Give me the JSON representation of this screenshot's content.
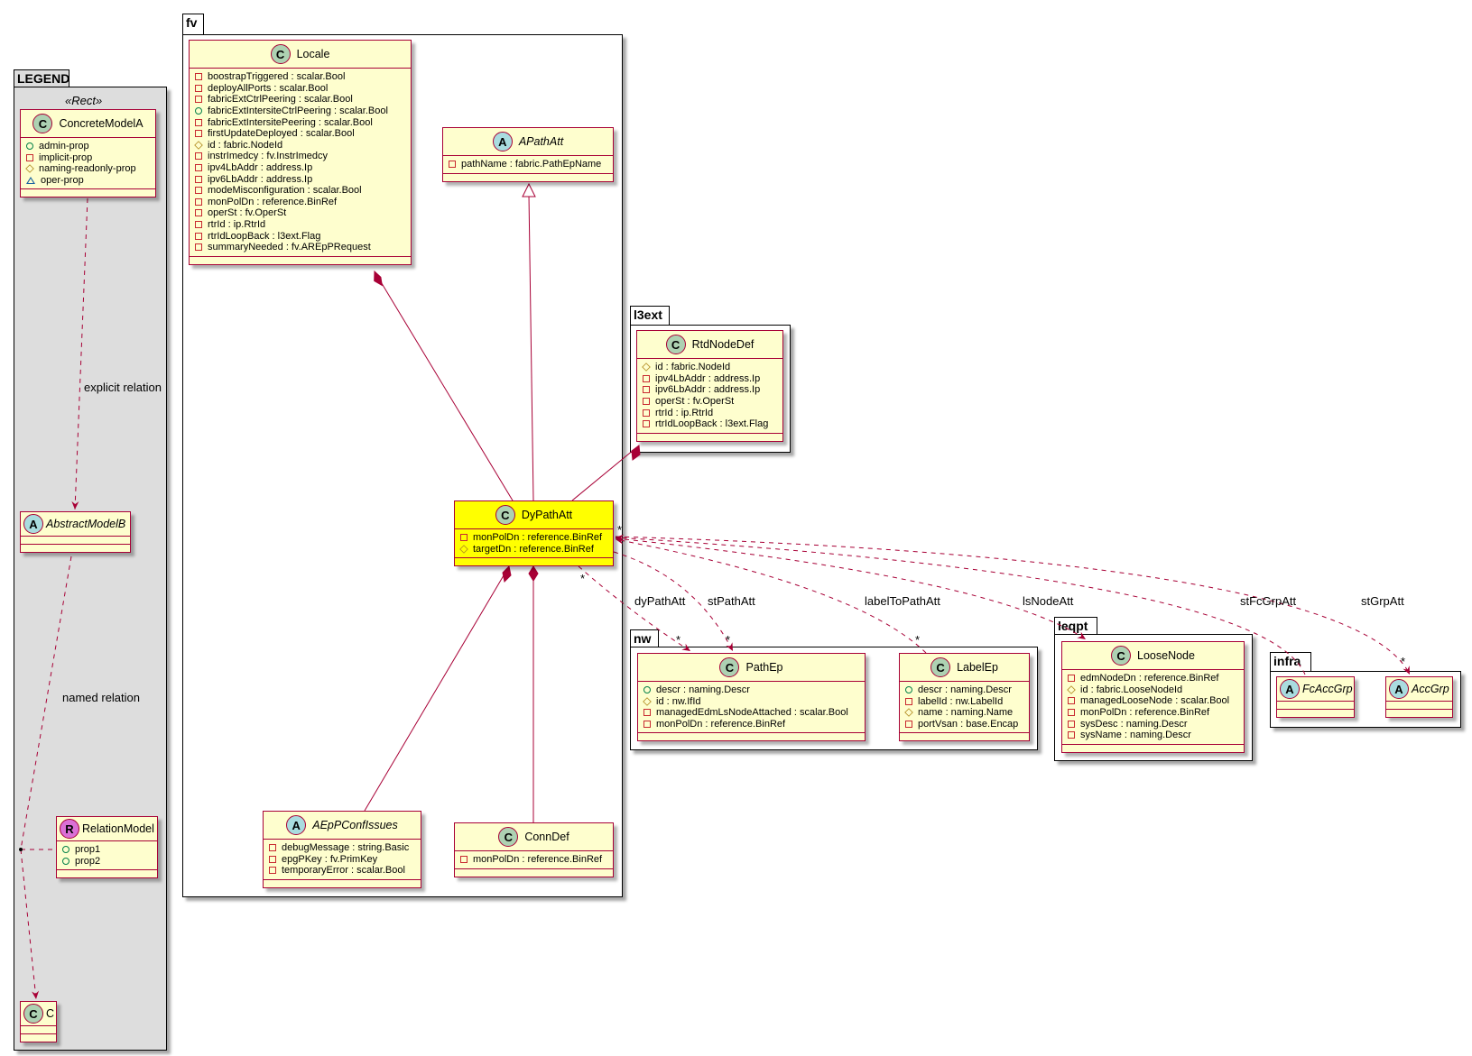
{
  "packages": {
    "legend": "LEGEND",
    "fv": "fv",
    "l3ext": "l3ext",
    "nw": "nw",
    "leqpt": "leqpt",
    "infra": "infra"
  },
  "legend_stereotype": "«Rect»",
  "classes": {
    "ConcreteModelA": {
      "kind": "C",
      "name": "ConcreteModelA",
      "attrs": [
        {
          "v": "+",
          "t": "admin-prop"
        },
        {
          "v": "-",
          "t": "implicit-prop"
        },
        {
          "v": "#",
          "t": "naming-readonly-prop"
        },
        {
          "v": "~",
          "t": "oper-prop"
        }
      ]
    },
    "AbstractModelB": {
      "kind": "A",
      "name": "AbstractModelB",
      "attrs": []
    },
    "RelationModel": {
      "kind": "R",
      "name": "RelationModel",
      "attrs": [
        {
          "v": "+",
          "t": "prop1"
        },
        {
          "v": "+",
          "t": "prop2"
        }
      ]
    },
    "C": {
      "kind": "C",
      "name": "C",
      "attrs": []
    },
    "Locale": {
      "kind": "C",
      "name": "Locale",
      "attrs": [
        {
          "v": "-",
          "t": "boostrapTriggered : scalar.Bool"
        },
        {
          "v": "-",
          "t": "deployAllPorts : scalar.Bool"
        },
        {
          "v": "-",
          "t": "fabricExtCtrlPeering : scalar.Bool"
        },
        {
          "v": "+",
          "t": "fabricExtIntersiteCtrlPeering : scalar.Bool"
        },
        {
          "v": "-",
          "t": "fabricExtIntersitePeering : scalar.Bool"
        },
        {
          "v": "-",
          "t": "firstUpdateDeployed : scalar.Bool"
        },
        {
          "v": "#",
          "t": "id : fabric.NodeId"
        },
        {
          "v": "-",
          "t": "instrImedcy : fv.InstrImedcy"
        },
        {
          "v": "-",
          "t": "ipv4LbAddr : address.Ip"
        },
        {
          "v": "-",
          "t": "ipv6LbAddr : address.Ip"
        },
        {
          "v": "-",
          "t": "modeMisconfiguration : scalar.Bool"
        },
        {
          "v": "-",
          "t": "monPolDn : reference.BinRef"
        },
        {
          "v": "-",
          "t": "operSt : fv.OperSt"
        },
        {
          "v": "-",
          "t": "rtrId : ip.RtrId"
        },
        {
          "v": "-",
          "t": "rtrIdLoopBack : l3ext.Flag"
        },
        {
          "v": "-",
          "t": "summaryNeeded : fv.AREpPRequest"
        }
      ]
    },
    "APathAtt": {
      "kind": "A",
      "name": "APathAtt",
      "attrs": [
        {
          "v": "-",
          "t": "pathName : fabric.PathEpName"
        }
      ]
    },
    "DyPathAtt": {
      "kind": "C",
      "name": "DyPathAtt",
      "highlight": true,
      "attrs": [
        {
          "v": "-",
          "t": "monPolDn : reference.BinRef"
        },
        {
          "v": "#",
          "t": "targetDn : reference.BinRef"
        }
      ]
    },
    "AEpPConfIssues": {
      "kind": "A",
      "name": "AEpPConfIssues",
      "attrs": [
        {
          "v": "-",
          "t": "debugMessage : string.Basic"
        },
        {
          "v": "-",
          "t": "epgPKey : fv.PrimKey"
        },
        {
          "v": "-",
          "t": "temporaryError : scalar.Bool"
        }
      ]
    },
    "ConnDef": {
      "kind": "C",
      "name": "ConnDef",
      "attrs": [
        {
          "v": "-",
          "t": "monPolDn : reference.BinRef"
        }
      ]
    },
    "RtdNodeDef": {
      "kind": "C",
      "name": "RtdNodeDef",
      "attrs": [
        {
          "v": "#",
          "t": "id : fabric.NodeId"
        },
        {
          "v": "-",
          "t": "ipv4LbAddr : address.Ip"
        },
        {
          "v": "-",
          "t": "ipv6LbAddr : address.Ip"
        },
        {
          "v": "-",
          "t": "operSt : fv.OperSt"
        },
        {
          "v": "-",
          "t": "rtrId : ip.RtrId"
        },
        {
          "v": "-",
          "t": "rtrIdLoopBack : l3ext.Flag"
        }
      ]
    },
    "PathEp": {
      "kind": "C",
      "name": "PathEp",
      "attrs": [
        {
          "v": "+",
          "t": "descr : naming.Descr"
        },
        {
          "v": "#",
          "t": "id : nw.IfId"
        },
        {
          "v": "-",
          "t": "managedEdmLsNodeAttached : scalar.Bool"
        },
        {
          "v": "-",
          "t": "monPolDn : reference.BinRef"
        }
      ]
    },
    "LabelEp": {
      "kind": "C",
      "name": "LabelEp",
      "attrs": [
        {
          "v": "+",
          "t": "descr : naming.Descr"
        },
        {
          "v": "-",
          "t": "labelId : nw.LabelId"
        },
        {
          "v": "#",
          "t": "name : naming.Name"
        },
        {
          "v": "-",
          "t": "portVsan : base.Encap"
        }
      ]
    },
    "LooseNode": {
      "kind": "C",
      "name": "LooseNode",
      "attrs": [
        {
          "v": "-",
          "t": "edmNodeDn : reference.BinRef"
        },
        {
          "v": "#",
          "t": "id : fabric.LooseNodeId"
        },
        {
          "v": "-",
          "t": "managedLooseNode : scalar.Bool"
        },
        {
          "v": "-",
          "t": "monPolDn : reference.BinRef"
        },
        {
          "v": "-",
          "t": "sysDesc : naming.Descr"
        },
        {
          "v": "-",
          "t": "sysName : naming.Descr"
        }
      ]
    },
    "FcAccGrp": {
      "kind": "A",
      "name": "FcAccGrp",
      "attrs": []
    },
    "AccGrp": {
      "kind": "A",
      "name": "AccGrp",
      "attrs": []
    }
  },
  "relations": {
    "explicit": "explicit relation",
    "named": "named relation",
    "dyPathAtt": "dyPathAtt",
    "stPathAtt": "stPathAtt",
    "labelToPathAtt": "labelToPathAtt",
    "lsNodeAtt": "lsNodeAtt",
    "stFcGrpAtt": "stFcGrpAtt",
    "stGrpAtt": "stGrpAtt",
    "multiplicity": "*"
  },
  "colors": {
    "border": "#A80036",
    "fill": "#FEFECE",
    "highlight": "#FFFF00",
    "badge_C": "#ADD1B2",
    "badge_A": "#A9DCDF",
    "badge_R": "#DA70D6",
    "legend_bg": "#DDDDDD"
  }
}
